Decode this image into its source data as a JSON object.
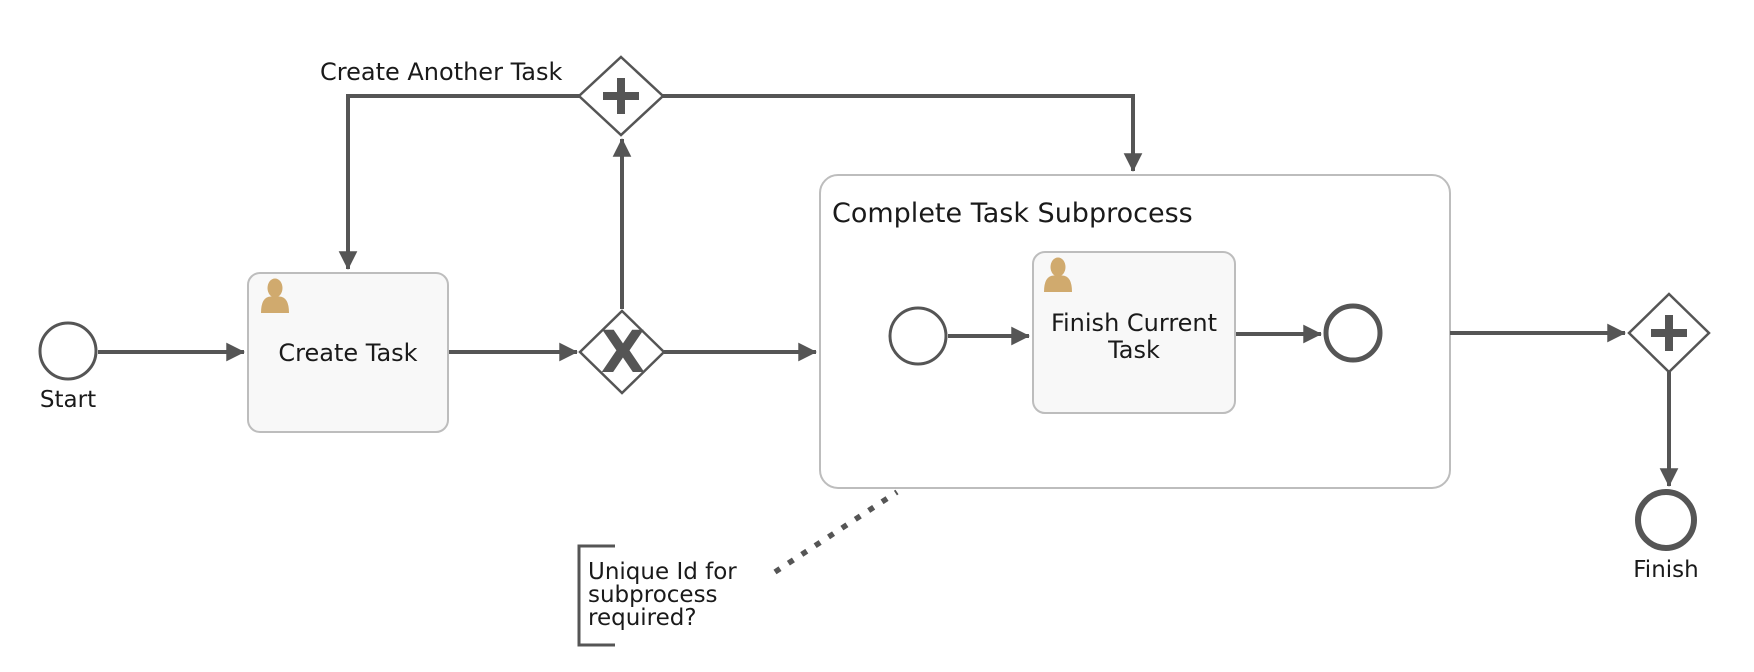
{
  "colors": {
    "flow": "#555555",
    "node-border": "#bdbdbd",
    "task-fill": "#f8f8f8",
    "subprocess-fill": "#ffffff",
    "user-icon": "#d0aa6e",
    "text": "#1a1a1a",
    "background": "#ffffff"
  },
  "process": {
    "start_event": {
      "label": "Start"
    },
    "create_task": {
      "label": "Create Task"
    },
    "exclusive_gateway": {
      "symbol": "X"
    },
    "parallel_gateway_top": {
      "symbol": "+"
    },
    "loop_flow_label": "Create Another Task",
    "subprocess": {
      "label": "Complete Task Subprocess",
      "finish_current_task": {
        "label_lines": [
          "Finish Current",
          "Task"
        ]
      }
    },
    "parallel_gateway_right": {
      "symbol": "+"
    },
    "finish_event": {
      "label": "Finish"
    }
  },
  "annotation": {
    "lines": [
      "Unique Id for",
      "subprocess",
      "required?"
    ]
  }
}
